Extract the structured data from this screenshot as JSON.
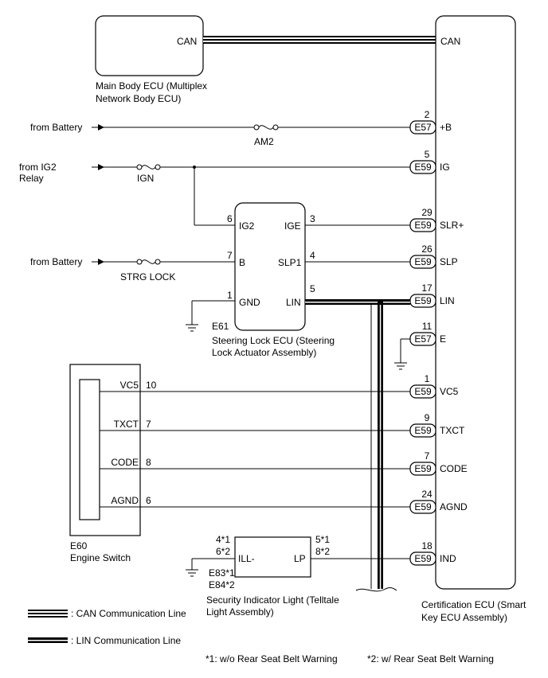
{
  "main_body_ecu": {
    "pin": "CAN",
    "name_line1": "Main Body ECU (Multiplex",
    "name_line2": "Network Body ECU)"
  },
  "cert_ecu": {
    "name_line1": "Certification ECU (Smart",
    "name_line2": "Key ECU Assembly)",
    "can_pin": "CAN"
  },
  "sources": {
    "battery1": "from Battery",
    "ig2_line1": "from IG2",
    "ig2_line2": "Relay",
    "battery2": "from Battery"
  },
  "fuses": {
    "am2": "AM2",
    "ign": "IGN",
    "strg_lock": "STRG LOCK"
  },
  "cert_pins": [
    {
      "num": "2",
      "conn": "E57",
      "label": "+B"
    },
    {
      "num": "5",
      "conn": "E59",
      "label": "IG"
    },
    {
      "num": "29",
      "conn": "E59",
      "label": "SLR+"
    },
    {
      "num": "26",
      "conn": "E59",
      "label": "SLP"
    },
    {
      "num": "17",
      "conn": "E59",
      "label": "LIN"
    },
    {
      "num": "11",
      "conn": "E57",
      "label": "E"
    },
    {
      "num": "1",
      "conn": "E59",
      "label": "VC5"
    },
    {
      "num": "9",
      "conn": "E59",
      "label": "TXCT"
    },
    {
      "num": "7",
      "conn": "E59",
      "label": "CODE"
    },
    {
      "num": "24",
      "conn": "E59",
      "label": "AGND"
    },
    {
      "num": "18",
      "conn": "E59",
      "label": "IND"
    }
  ],
  "steering_ecu": {
    "code": "E61",
    "name_line1": "Steering Lock ECU (Steering",
    "name_line2": "Lock Actuator Assembly)",
    "pins": {
      "ig2": {
        "num": "6",
        "label": "IG2"
      },
      "b": {
        "num": "7",
        "label": "B"
      },
      "gnd": {
        "num": "1",
        "label": "GND"
      },
      "ige": {
        "num": "3",
        "label": "IGE"
      },
      "slp1": {
        "num": "4",
        "label": "SLP1"
      },
      "lin": {
        "num": "5",
        "label": "LIN"
      }
    }
  },
  "engine_switch": {
    "code": "E60",
    "name": "Engine Switch",
    "pins": [
      {
        "label": "VC5",
        "num": "10"
      },
      {
        "label": "TXCT",
        "num": "7"
      },
      {
        "label": "CODE",
        "num": "8"
      },
      {
        "label": "AGND",
        "num": "6"
      }
    ]
  },
  "security_light": {
    "ill_label": "ILL-",
    "lp_label": "LP",
    "ill_pin1": "4*1",
    "ill_pin2": "6*2",
    "lp_pin1": "5*1",
    "lp_pin2": "8*2",
    "code1": "E83*1",
    "code2": "E84*2",
    "name_line1": "Security Indicator Light (Telltale",
    "name_line2": "Light Assembly)"
  },
  "legend": {
    "can": ": CAN Communication Line",
    "lin": ": LIN Communication Line"
  },
  "notes": {
    "note1": "*1: w/o Rear Seat Belt Warning",
    "note2": "*2: w/ Rear Seat Belt Warning"
  }
}
